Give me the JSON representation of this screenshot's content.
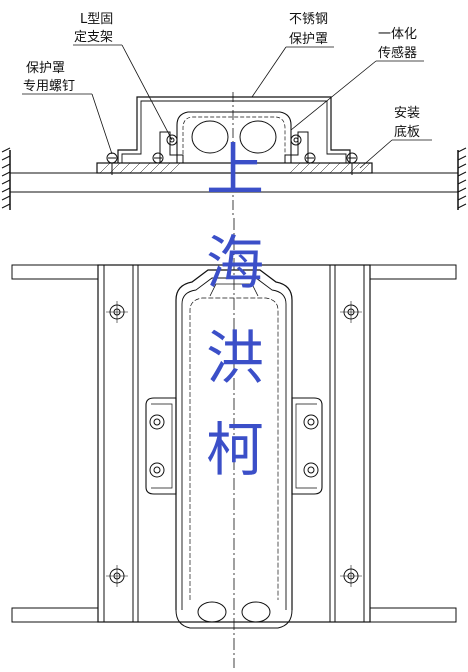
{
  "labels": {
    "l_bracket": [
      "L型固",
      "定支架"
    ],
    "steel_cover": [
      "不锈钢",
      "保护罩"
    ],
    "integrated_sensor": [
      "一体化",
      "传感器"
    ],
    "cover_screw": [
      "保护罩",
      "专用螺钉"
    ],
    "base_plate": [
      "安装",
      "底板"
    ]
  },
  "watermark": [
    "上",
    "海",
    "洪",
    "柯"
  ],
  "colors": {
    "line": "#111111",
    "watermark": "#3b4fc8"
  }
}
